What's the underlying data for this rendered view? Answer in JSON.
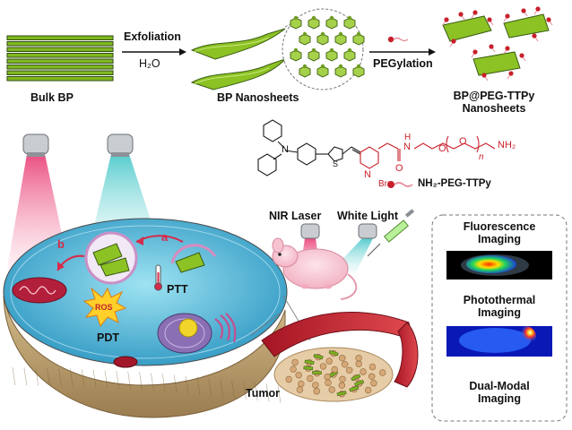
{
  "stage_top": {
    "bulk_label": "Bulk BP",
    "exfoliation_label": "Exfoliation",
    "water_label": "H₂O",
    "nanosheets_label": "BP Nanosheets",
    "pegylation_label": "PEGylation",
    "product_label_line1": "BP@PEG-TTPy",
    "product_label_line2": "Nanosheets"
  },
  "molecule": {
    "n_label": "N",
    "pyridinium_label": "N",
    "bromide_label": "Br⁻",
    "amide_n": "N",
    "amide_h": "H",
    "carbonyl_o": "O",
    "ether_o1": "O",
    "ether_o2": "O",
    "repeat_n": "n",
    "amine_label": "NH₂",
    "thiophene_s": "S",
    "legend_label": "NH₂-PEG-TTPy"
  },
  "cell": {
    "path_a": "a",
    "path_b": "b",
    "ptt_label": "PTT",
    "ros_label": "ROS",
    "pdt_label": "PDT"
  },
  "mouse": {
    "nir_label": "NIR Laser",
    "white_light_label": "White Light",
    "tumor_label": "Tumor"
  },
  "imaging": {
    "fluorescence_line1": "Fluorescence",
    "fluorescence_line2": "Imaging",
    "photothermal_line1": "Photothermal",
    "photothermal_line2": "Imaging",
    "dualmodal_line1": "Dual-Modal",
    "dualmodal_line2": "Imaging"
  },
  "colors": {
    "sheet_green": "#7fb81f",
    "sheet_dark": "#2f4a12",
    "peg_red": "#c8202a",
    "cell_blue": "#52b7d6",
    "nir_pink": "#ef4f7b",
    "white_beam": "#7fd6d6",
    "bowl_tan": "#b89a6a"
  }
}
